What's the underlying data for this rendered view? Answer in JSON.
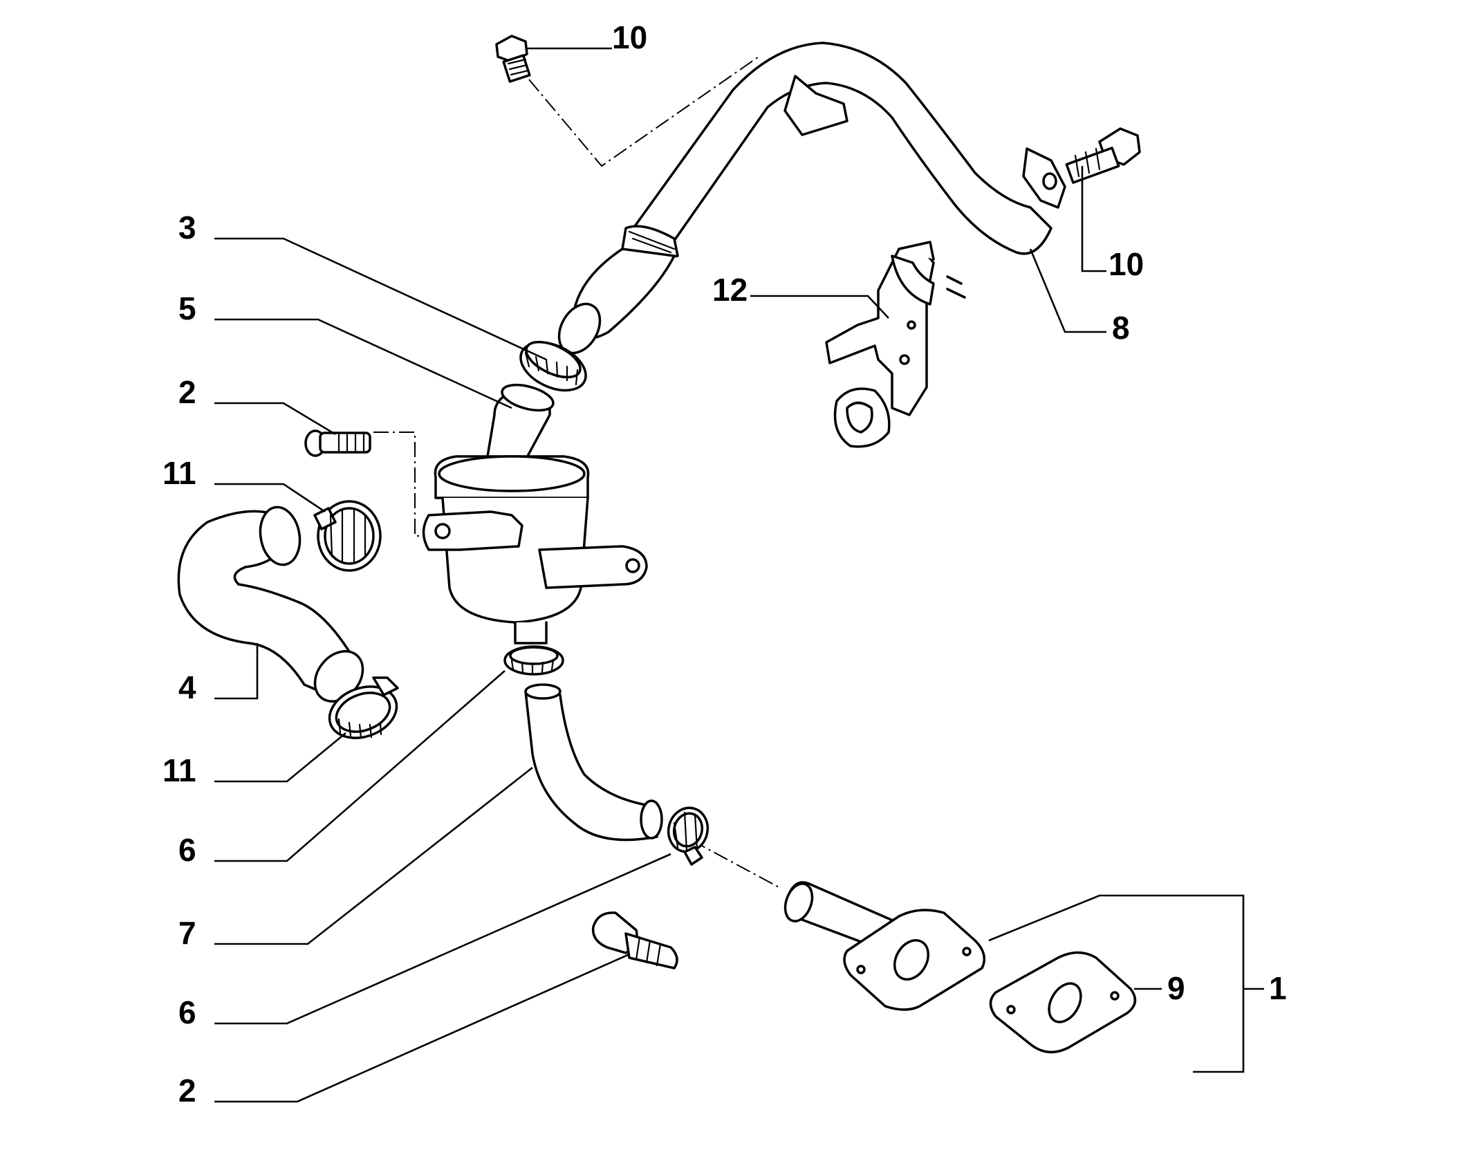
{
  "callouts": {
    "c10_top": "10",
    "c3": "3",
    "c5": "5",
    "c2_upper": "2",
    "c11_upper": "11",
    "c4": "4",
    "c11_lower": "11",
    "c6_upper": "6",
    "c7": "7",
    "c6_lower": "6",
    "c2_lower": "2",
    "c12": "12",
    "c10_right": "10",
    "c8": "8",
    "c9": "9",
    "c1": "1"
  },
  "colors": {
    "line": "#000000",
    "background": "#ffffff"
  }
}
